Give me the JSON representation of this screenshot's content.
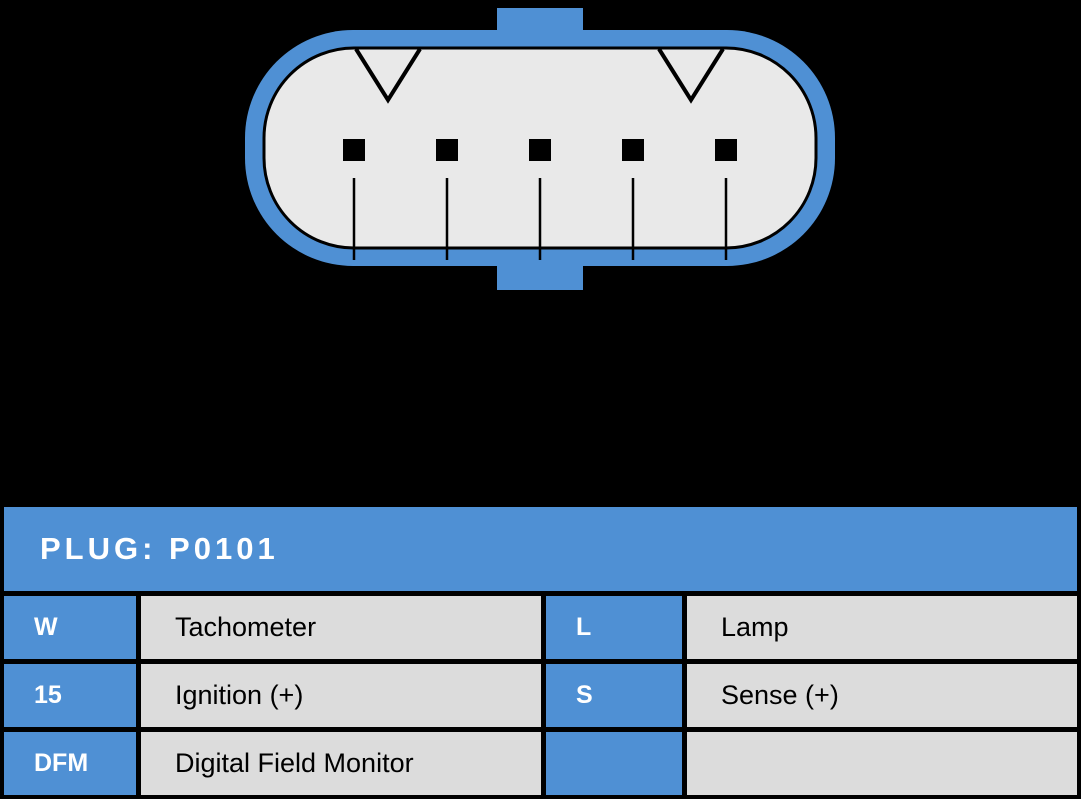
{
  "colors": {
    "connector_blue": "#4f90d4",
    "body_gray": "#e9e9e9",
    "cell_gray": "#dcdcdc",
    "background": "#000000"
  },
  "connector": {
    "pin_count": 5,
    "notch_count": 2
  },
  "table": {
    "title": "PLUG: P0101",
    "rows": [
      {
        "k1": "W",
        "d1": "Tachometer",
        "k2": "L",
        "d2": "Lamp"
      },
      {
        "k1": "15",
        "d1": "Ignition (+)",
        "k2": "S",
        "d2": "Sense (+)"
      },
      {
        "k1": "DFM",
        "d1": "Digital Field Monitor",
        "k2": "",
        "d2": ""
      }
    ]
  }
}
